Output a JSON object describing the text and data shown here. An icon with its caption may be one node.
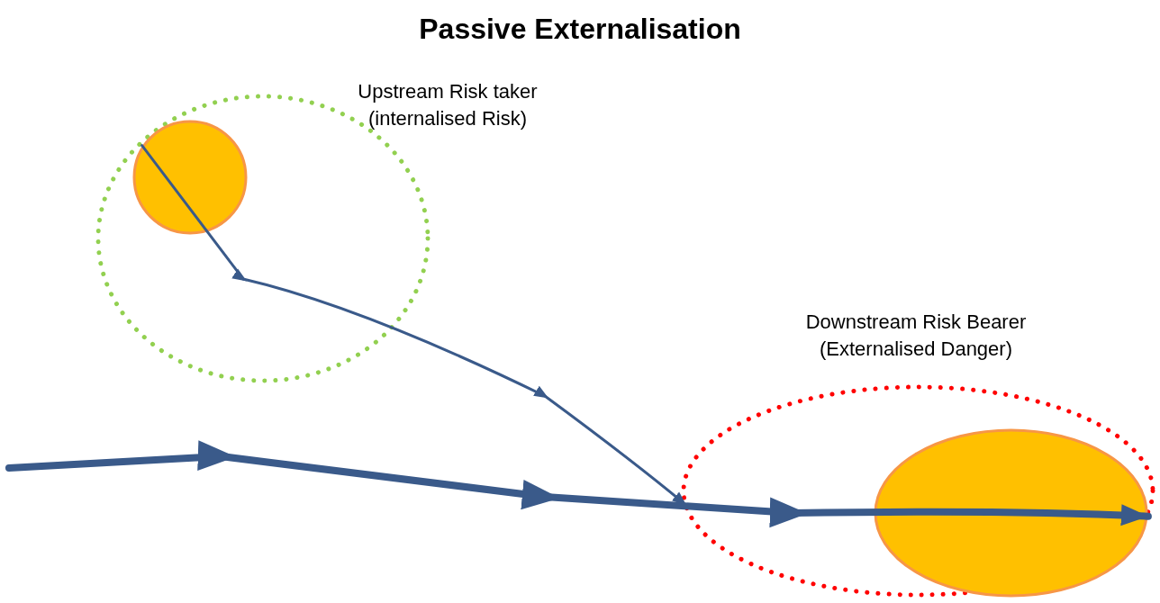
{
  "diagram": {
    "title": "Passive Externalisation",
    "nodes": [
      {
        "text": [
          "Upstream Risk taker (internalised Risk)"
        ]
      },
      {
        "text": [],
        "shape": "circle",
        "in": 0
      },
      {
        "text": [
          "Downstream Risk Bearer (Externalised Danger)"
        ]
      },
      {
        "text": [],
        "shape": "ellipse",
        "in": 2
      }
    ],
    "edges": [
      {
        "from": 1,
        "to": 2,
        "arrow": "to"
      },
      {
        "from": null,
        "to": 3,
        "arrow": "to",
        "style": "thick"
      }
    ]
  }
}
